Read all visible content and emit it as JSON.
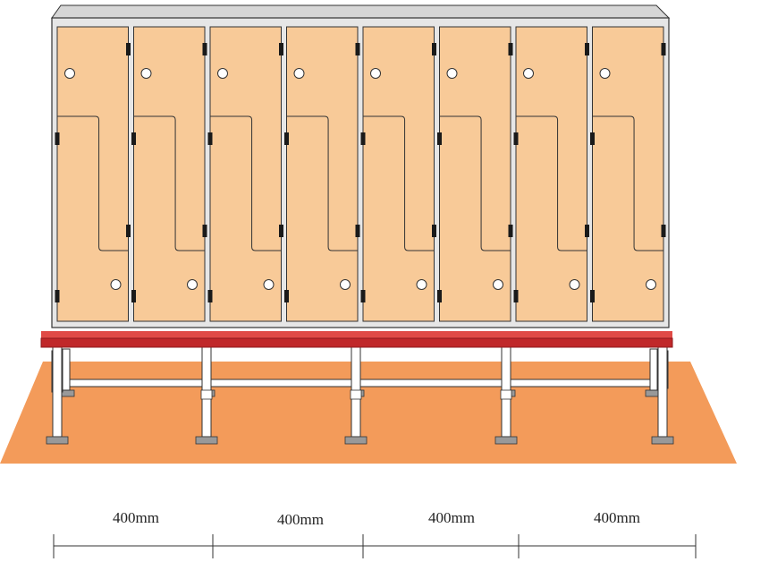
{
  "dimensions": {
    "labels": [
      "400mm",
      "400mm",
      "400mm",
      "400mm"
    ]
  },
  "lockers": {
    "door_count": 8,
    "style": "Z-shaped split doors"
  },
  "colors": {
    "door_fill": "#F8CA98",
    "cabinet_fill": "#E6E6E6",
    "cabinet_top": "#D6D6D6",
    "outline": "#333333",
    "hinge": "#1A1A1A",
    "bench_front": "#C0282A",
    "bench_top": "#E04A46",
    "bench_shadow": "#8E1A1C",
    "floor": "#F39B5A",
    "leg_fill": "#FFFFFF",
    "foot_fill": "#999999",
    "dim_line": "#333333"
  }
}
